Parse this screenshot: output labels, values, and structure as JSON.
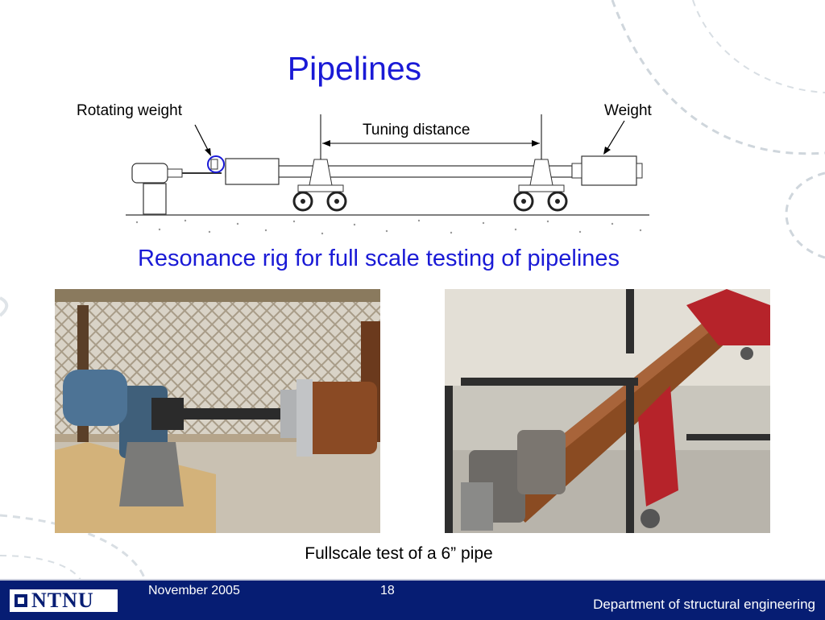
{
  "slide": {
    "title": "Pipelines",
    "subtitle": "Resonance rig for full scale testing of pipelines",
    "caption": "Fullscale test of a 6” pipe"
  },
  "diagram": {
    "label_rotating_weight": "Rotating weight",
    "label_tuning_distance": "Tuning distance",
    "label_weight": "Weight"
  },
  "photos": {
    "left_icon": "photo-motor-shaft-icon",
    "right_icon": "photo-pipe-rig-icon"
  },
  "footer": {
    "logo_text": "NTNU",
    "date": "November 2005",
    "page": "18",
    "department": "Department of structural engineering"
  },
  "colors": {
    "title": "#1a1ad6",
    "footer_bg": "#061d73"
  }
}
